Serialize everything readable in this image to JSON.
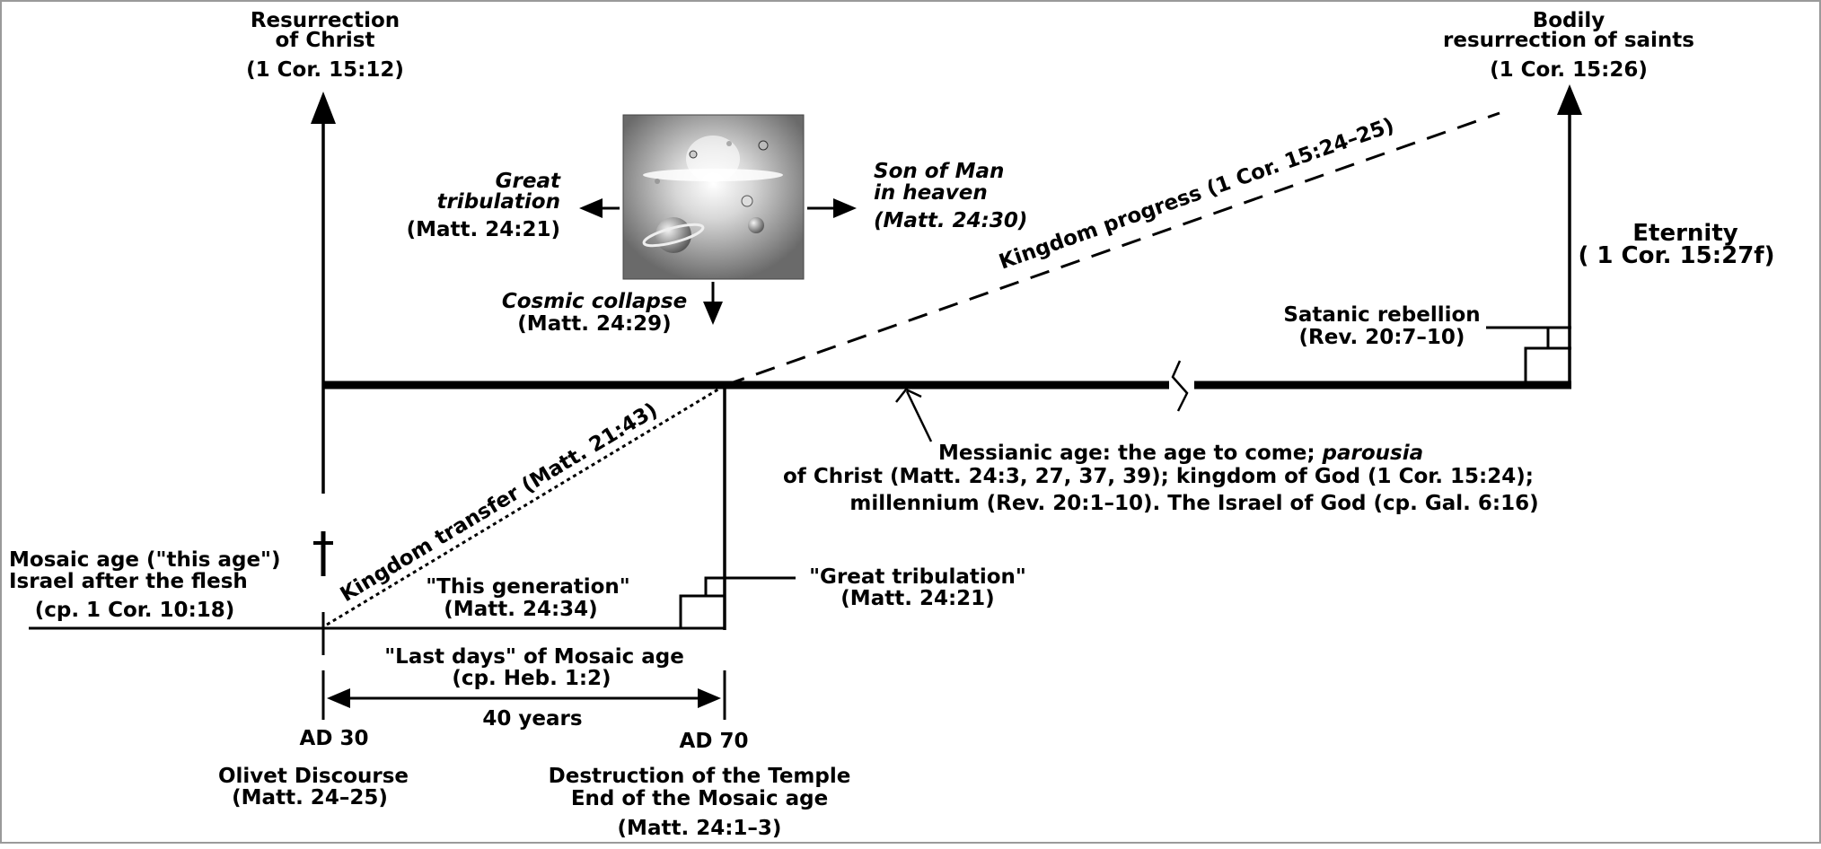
{
  "top_left": {
    "line1": "Resurrection",
    "line2": "of Christ",
    "ref": "(1 Cor. 15:12)"
  },
  "top_right": {
    "line1": "Bodily",
    "line2": "resurrection of saints",
    "ref": "(1 Cor. 15:26)"
  },
  "eternity": {
    "title": "Eternity",
    "ref": "( 1 Cor. 15:27f)"
  },
  "great_tribulation": {
    "line1": "Great",
    "line2": "tribulation",
    "ref": "(Matt. 24:21)"
  },
  "son_of_man": {
    "line1": "Son of Man",
    "line2": "in heaven",
    "ref": "(Matt. 24:30)"
  },
  "cosmic_collapse": {
    "title": "Cosmic collapse",
    "ref": "(Matt. 24:29)"
  },
  "kingdom_progress": "Kingdom progress (1 Cor. 15:24–25)",
  "kingdom_transfer": "Kingdom transfer (Matt. 21:43)",
  "satanic_rebellion": {
    "title": "Satanic rebellion",
    "ref": "(Rev. 20:7–10)"
  },
  "messianic_age": {
    "line1_prefix": "Messianic age: the age to come; ",
    "line1_italic": "parousia",
    "line2": "of Christ (Matt. 24:3, 27, 37, 39); kingdom of God (1 Cor. 15:24);",
    "line3": "millennium (Rev. 20:1–10). The Israel of God (cp. Gal. 6:16)"
  },
  "mosaic_age": {
    "line1": "Mosaic age (\"this age\")",
    "line2": "Israel after the flesh",
    "ref": "(cp. 1 Cor. 10:18)"
  },
  "this_generation": {
    "title": "\"This generation\"",
    "ref": "(Matt. 24:34)"
  },
  "great_tribulation_quote": {
    "title": "\"Great tribulation\"",
    "ref": "(Matt. 24:21)"
  },
  "last_days": {
    "title": "\"Last days\" of Mosaic age",
    "ref": "(cp. Heb. 1:2)"
  },
  "forty_years": "40 years",
  "ad30": "AD 30",
  "ad70": "AD 70",
  "olivet": {
    "title": "Olivet Discourse",
    "ref": "(Matt. 24–25)"
  },
  "destruction": {
    "line1": "Destruction of the Temple",
    "line2": "End of the Mosaic age",
    "ref": "(Matt. 24:1–3)"
  },
  "icons": {
    "cross": "cross-icon",
    "cosmic_image": "cosmic-collapse-illustration"
  }
}
